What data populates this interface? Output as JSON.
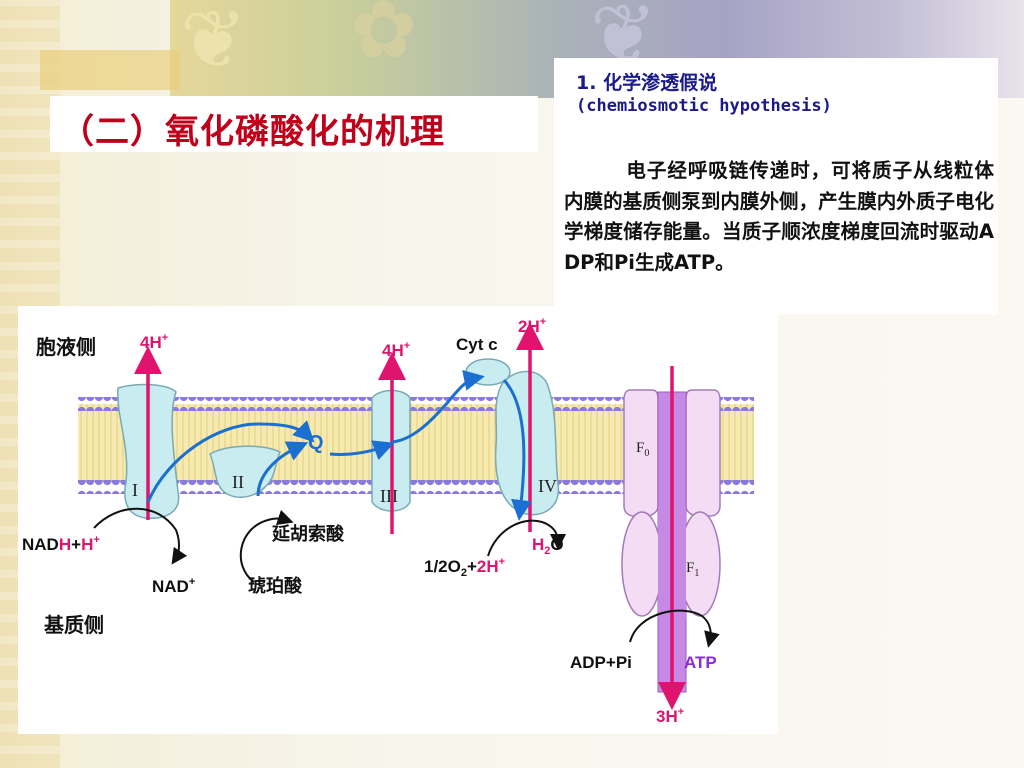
{
  "slide": {
    "title": "（二）氧化磷酸化的机理"
  },
  "panel": {
    "heading_number": "1.",
    "heading_text": "化学渗透假说",
    "heading_english": "(chemiosmotic hypothesis)",
    "body": "电子经呼吸链传递时，可将质子从线粒体内膜的基质侧泵到内膜外侧，产生膜内外质子电化学梯度储存能量。当质子顺浓度梯度回流时驱动ADP和Pi生成ATP。"
  },
  "diagram": {
    "cytosol_side": "胞液侧",
    "matrix_side": "基质侧",
    "complex_1": "I",
    "complex_2": "II",
    "complex_3": "III",
    "complex_4": "IV",
    "q_label": "Q",
    "cytc_label": "Cyt c",
    "f0_label": "F",
    "f0_sub": "0",
    "f1_label": "F",
    "f1_sub": "1",
    "proton_1": "4H",
    "proton_3": "4H",
    "proton_4": "2H",
    "proton_atp": "3H",
    "plus_sup": "+",
    "nadh_a": "NAD",
    "nadh_b": "H",
    "nadh_c": "+",
    "nadh_d": "H",
    "nad_plus": "NAD",
    "fumarate": "延胡索酸",
    "succinate": "琥珀酸",
    "oxygen_a": "1/2O",
    "oxygen_sub": "2",
    "oxygen_b": "+",
    "oxygen_c": "2H",
    "water_a": "H",
    "water_sub": "2",
    "water_b": "O",
    "adp_pi": "ADP+Pi",
    "atp": "ATP",
    "colors": {
      "proton_arrow": "#e0146e",
      "electron_path": "#1a6fd0",
      "complex_fill": "#c8ecf0",
      "atp_synthase_fill": "#f4dcf4",
      "atp_synthase_core": "#c68ae6",
      "lipid_head": "#8a7ae0",
      "lipid_tail": "#f4e7a8"
    }
  }
}
